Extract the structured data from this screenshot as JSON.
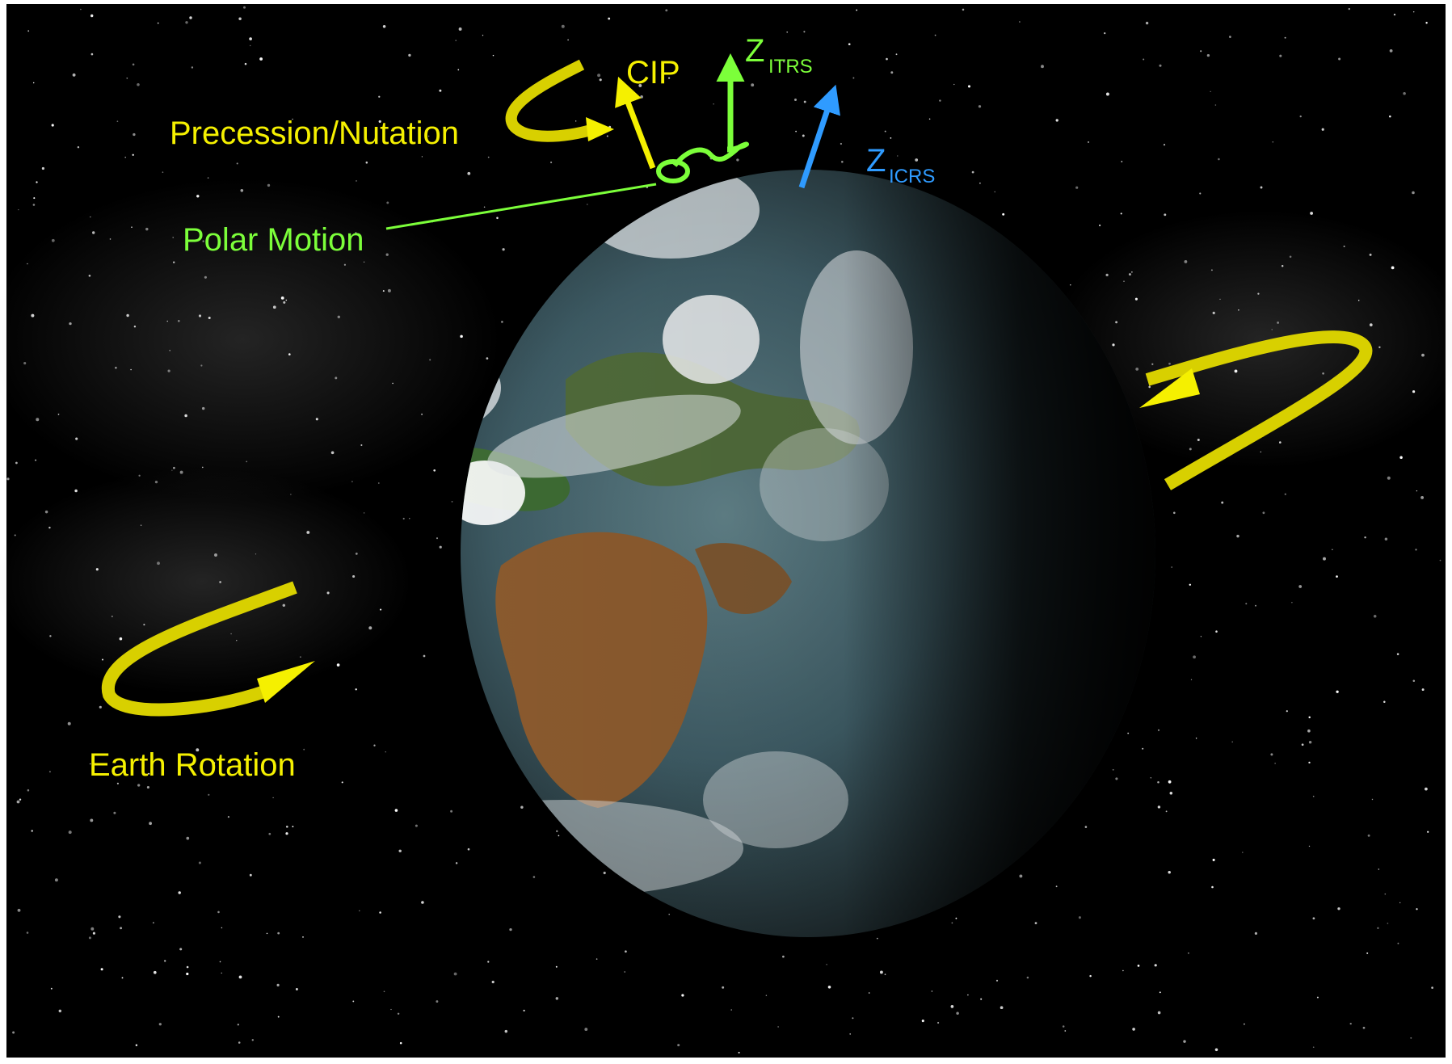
{
  "diagram": {
    "labels": {
      "cip": "CIP",
      "precession_nutation": "Precession/Nutation",
      "polar_motion": "Polar Motion",
      "earth_rotation": "Earth Rotation",
      "z_itrs_main": "Z",
      "z_itrs_sub": "ITRS",
      "z_icrs_main": "Z",
      "z_icrs_sub": "ICRS"
    },
    "colors": {
      "space": "#000000",
      "yellow": "#f5f000",
      "green": "#7cff3a",
      "blue": "#2f9bff",
      "arrow_ring": "#d8d000"
    }
  }
}
